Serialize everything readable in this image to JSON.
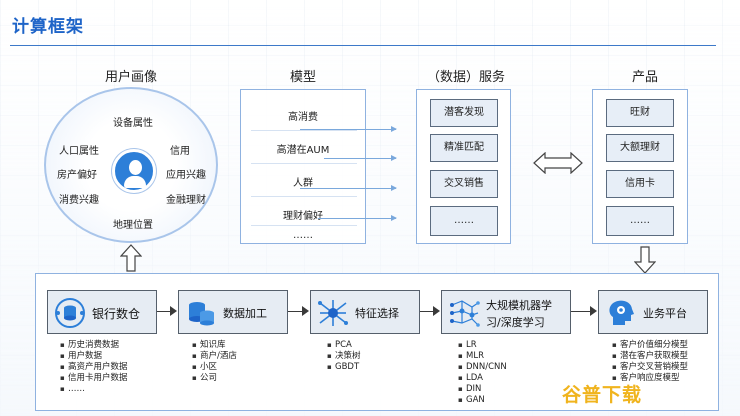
{
  "title": "计算框架",
  "headers": {
    "user_profile": "用户画像",
    "model": "模型",
    "service": "（数据）服务",
    "product": "产品"
  },
  "user_profile": {
    "attributes": [
      "设备属性",
      "人口属性",
      "信用",
      "房产偏好",
      "应用兴趣",
      "消费兴趣",
      "金融理财",
      "地理位置"
    ],
    "icon": "user-avatar-icon"
  },
  "models": [
    "高消费",
    "高潜在AUM",
    "人群",
    "理财偏好",
    "……"
  ],
  "services": [
    "潜客发现",
    "精准匹配",
    "交叉销售",
    "……"
  ],
  "products": [
    "旺财",
    "大额理财",
    "信用卡",
    "……"
  ],
  "pipeline": [
    {
      "name": "银行数仓",
      "icon": "database-network-icon",
      "items": [
        "历史消费数据",
        "用户数据",
        "高资产用户数据",
        "信用卡用户数据",
        "……"
      ]
    },
    {
      "name": "数据加工",
      "icon": "database-stack-icon",
      "items": [
        "知识库",
        "商户/酒店",
        "小区",
        "公司"
      ]
    },
    {
      "name": "特征选择",
      "icon": "feature-select-icon",
      "items": [
        "PCA",
        "决策树",
        "GBDT"
      ]
    },
    {
      "name": "大规模机器学习/深度学习",
      "name_line1": "大规模机器学",
      "name_line2": "习/深度学习",
      "icon": "neural-network-icon",
      "items": [
        "LR",
        "MLR",
        "DNN/CNN",
        "LDA",
        "DIN",
        "GAN"
      ]
    },
    {
      "name": "业务平台",
      "icon": "brain-gear-icon",
      "items": [
        "客户价值细分模型",
        "潜在客户获取模型",
        "客户交叉营销模型",
        "客户响应度模型"
      ]
    }
  ],
  "watermark": "谷普下载",
  "colors": {
    "title": "#1e64c8",
    "accent": "#2d7fd8",
    "border": "#8fb2e0",
    "pill_bg": "#e7eef7"
  }
}
